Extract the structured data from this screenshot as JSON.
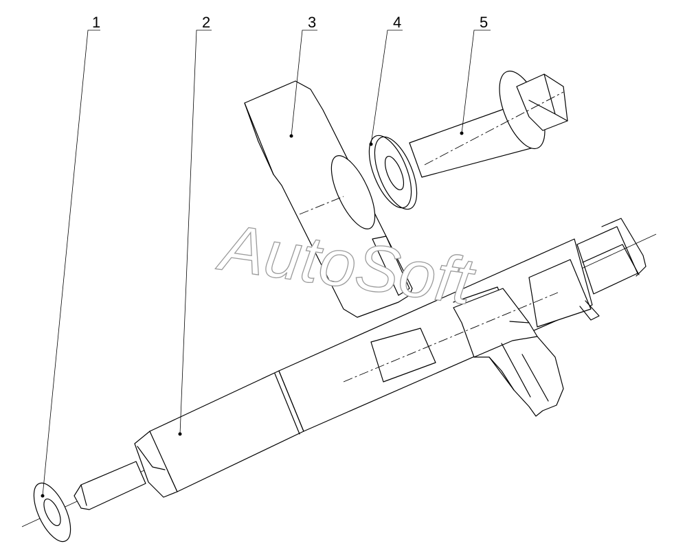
{
  "watermark": "AutoSoft",
  "callouts": [
    {
      "number": "1",
      "part": "washer"
    },
    {
      "number": "2",
      "part": "injector"
    },
    {
      "number": "3",
      "part": "clamp"
    },
    {
      "number": "4",
      "part": "washer"
    },
    {
      "number": "5",
      "part": "bolt"
    }
  ],
  "colors": {
    "line": "#000000",
    "background": "#ffffff",
    "watermark_outline": "#9a9a9a"
  }
}
